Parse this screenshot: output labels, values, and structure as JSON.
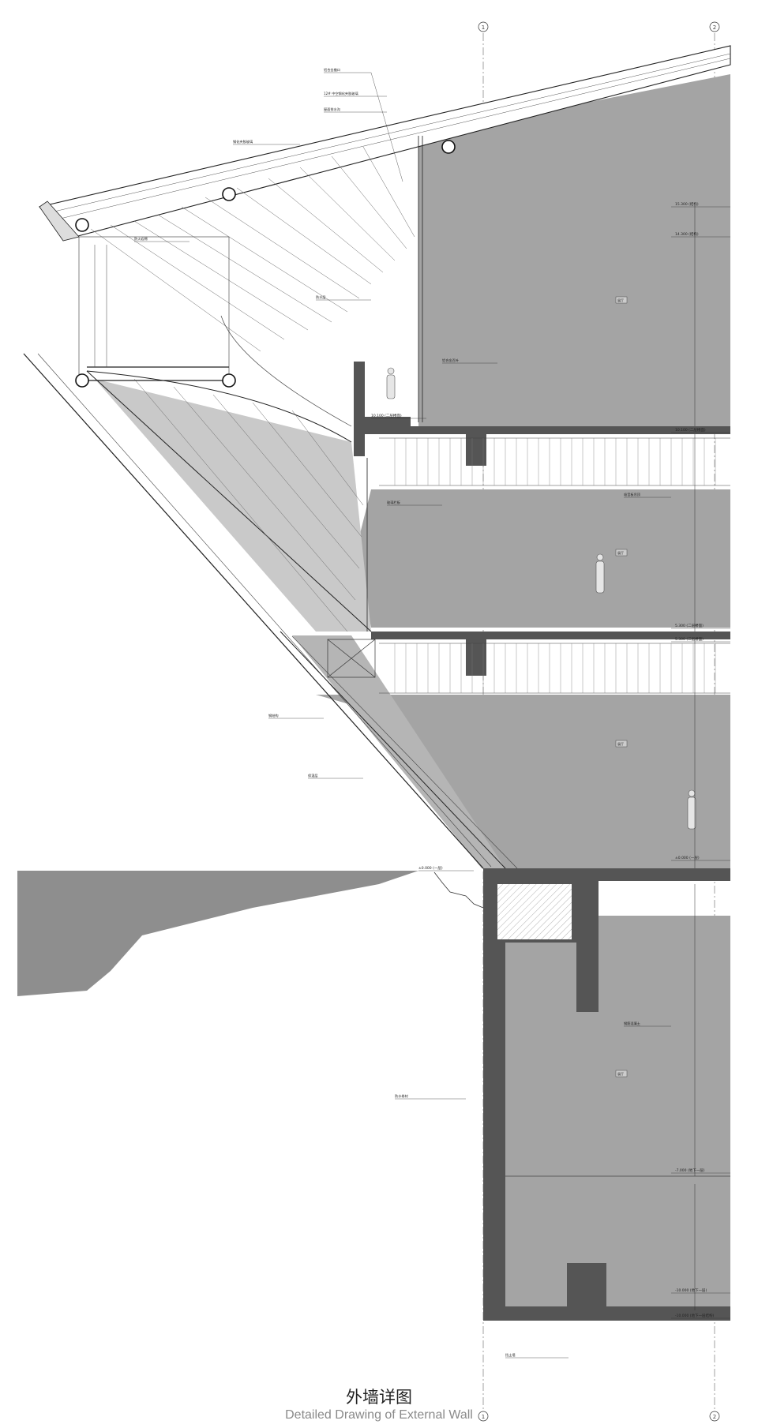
{
  "title": {
    "cn": "外墙详图",
    "en": "Detailed Drawing of External Wall"
  },
  "grid_axes": [
    "1",
    "2"
  ],
  "colors": {
    "interior_fill": "#a4a4a4",
    "concrete_fill": "#555555",
    "ground_fill": "#8e8e8e",
    "line": "#222222",
    "caption_en": "#8a8a8a"
  },
  "elevation_marks": [
    "15.300 (结构)",
    "14.300 (结构)",
    "10.100 (二层楼面)",
    "10.100 (二层楼面)",
    "5.300 (二层楼面)",
    "5.300 (二层楼面)",
    "±0.000 (一层)",
    "±0.000 (一层)",
    "-7.000 (地下一层)",
    "-10.000 (地下一层)",
    "-10.000 (地下一层结构)"
  ],
  "room_tags": [
    "展厅",
    "展厅",
    "展厅",
    "展厅"
  ],
  "notes": [
    "铝合金檐口",
    "12# 中空钢化夹胶玻璃",
    "屋面排水沟",
    "钢化夹胶玻璃",
    "防火岩棉",
    "防水层",
    "铝合金百叶",
    "吸音板吊顶",
    "钢筋混凝土",
    "玻璃栏板",
    "钢结构",
    "保温层",
    "防水卷材",
    "挡土墙"
  ]
}
